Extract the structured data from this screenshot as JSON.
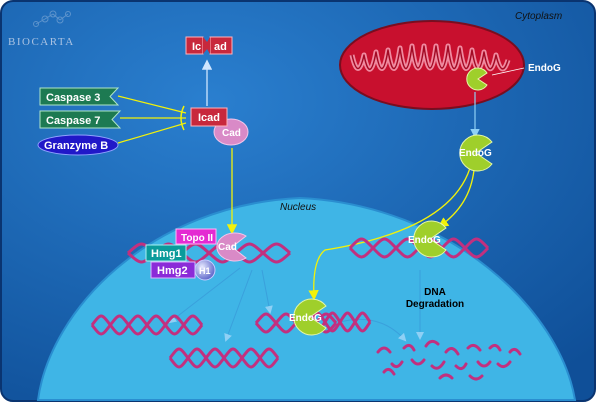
{
  "logo": {
    "text": "BIOCARTA"
  },
  "regions": {
    "cytoplasm": "Cytoplasm",
    "nucleus": "Nucleus"
  },
  "proteins": {
    "icad_cleaved_left": "Ic",
    "icad_cleaved_right": "ad",
    "caspase3": "Caspase 3",
    "caspase7": "Caspase 7",
    "granzyme_b": "Granzyme B",
    "icad": "Icad",
    "cad": "Cad",
    "endog_mito": "EndoG",
    "endog_cyto": "EndoG",
    "topo2": "Topo II",
    "cad_nuc": "Cad",
    "hmg1": "Hmg1",
    "hmg2": "Hmg2",
    "h1": "H1",
    "endog_nuc_right": "EndoG",
    "endog_nuc_left": "EndoG"
  },
  "process": {
    "dna_degradation_l1": "DNA",
    "dna_degradation_l2": "Degradation"
  },
  "colors": {
    "cytoplasm_bg": "#1666b4",
    "nucleus": "#3fb5e6",
    "mitochondrion": "#c8102e",
    "dna": "#c2307f",
    "endog": "#9fcf2b",
    "icad": "#c8283c",
    "cad": "#d98ac7",
    "caspase": "#1d7a52",
    "granzyme": "#2018c8",
    "topo": "#e42bd2",
    "hmg1": "#0a9b9b",
    "hmg2": "#8b2bd8",
    "arrow_yellow": "#f2f20a",
    "arrow_blue": "#7ec8f0"
  }
}
